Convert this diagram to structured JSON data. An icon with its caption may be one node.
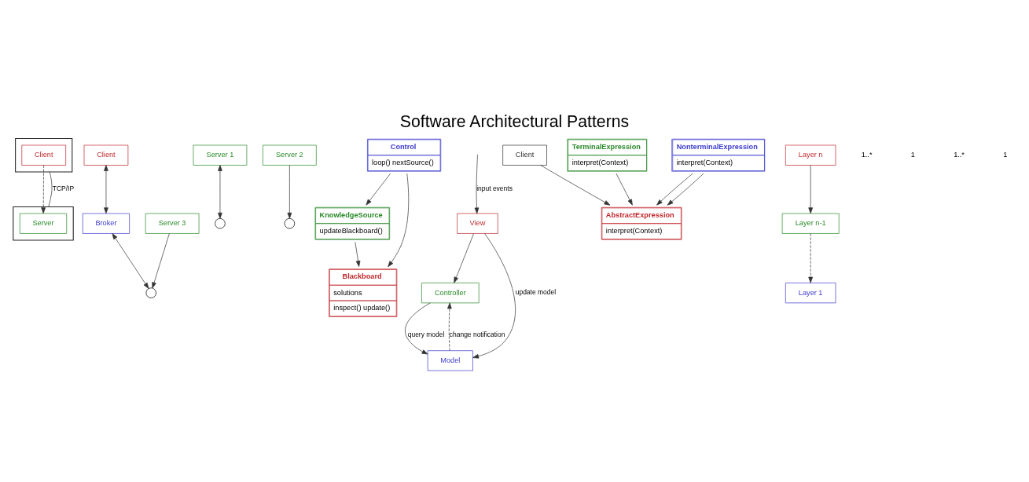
{
  "diagram": {
    "title": "Software Architectural Patterns",
    "nodes": [
      {
        "text": [],
        "shape": "box"
      },
      {
        "text": [
          "Client"
        ],
        "in": 0
      },
      {
        "text": [],
        "shape": "box"
      },
      {
        "text": [
          "Server"
        ],
        "in": 2
      },
      {
        "text": [
          "Client"
        ]
      },
      {
        "text": [
          "Broker"
        ]
      },
      {
        "text": [],
        "shape": "circle"
      },
      {
        "text": [],
        "shape": "circle"
      },
      {
        "text": [],
        "shape": "circle"
      },
      {
        "text": [
          "Server 1"
        ]
      },
      {
        "text": [
          "Server 2"
        ]
      },
      {
        "text": [
          "Server 3"
        ]
      },
      {
        "text": [
          "KnowledgeSource",
          "updateBlackboard()"
        ]
      },
      {
        "text": [
          "Blackboard",
          "solutions",
          "inspect() update()"
        ]
      },
      {
        "text": [
          "Control",
          "loop() nextSource()"
        ]
      },
      {
        "text": [
          "View"
        ]
      },
      {
        "text": [
          "Controller"
        ]
      },
      {
        "text": [
          "Model"
        ]
      },
      {
        "text": [
          "Client"
        ]
      },
      {
        "text": [
          "AbstractExpression",
          "interpret(Context)"
        ]
      },
      {
        "text": [
          "TerminalExpression",
          "interpret(Context)"
        ]
      },
      {
        "text": [
          "NonterminalExpression",
          "interpret(Context)"
        ]
      },
      {
        "text": [
          "Layer n"
        ]
      },
      {
        "text": [
          "Layer n-1"
        ]
      },
      {
        "text": [
          "Layer 1"
        ]
      }
    ],
    "edges": [
      {
        "from": 1,
        "to": 3,
        "arrow": "to",
        "style": "dashed"
      },
      {
        "from": 0,
        "to": 2,
        "arrow": "none",
        "label": "TCP/IP"
      },
      {
        "from": 4,
        "to": 5,
        "arrow": "both"
      },
      {
        "from": 5,
        "to": 8,
        "arrow": "both"
      },
      {
        "from": 9,
        "to": 6,
        "arrow": "both"
      },
      {
        "from": 10,
        "to": 7,
        "arrow": "to"
      },
      {
        "from": 11,
        "to": 8,
        "arrow": "to"
      },
      {
        "from": 12,
        "to": 13,
        "arrow": "to"
      },
      {
        "from": 14,
        "to": 12,
        "arrow": "to"
      },
      {
        "from": 14,
        "to": 13,
        "arrow": "to"
      },
      {
        "from": null,
        "to": 15,
        "arrow": "to",
        "label": "input events"
      },
      {
        "from": 15,
        "to": 16,
        "arrow": "to"
      },
      {
        "from": 15,
        "to": 17,
        "arrow": "to",
        "label": "update model"
      },
      {
        "from": 17,
        "to": 16,
        "arrow": "to",
        "style": "dashed",
        "label": "change notification"
      },
      {
        "from": 16,
        "to": 17,
        "arrow": "to",
        "label": "query model"
      },
      {
        "from": 18,
        "to": 19,
        "arrow": "to"
      },
      {
        "from": 20,
        "to": 19,
        "arrow": "to"
      },
      {
        "from": 21,
        "to": 19,
        "arrow": "to"
      },
      {
        "from": 21,
        "to": 19,
        "arrow": "to"
      },
      {
        "from": 22,
        "to": 23,
        "arrow": "to"
      },
      {
        "from": 23,
        "to": 24,
        "arrow": "to",
        "style": "dashed"
      }
    ],
    "labels": [
      "1..*",
      "1",
      "1..*",
      "1"
    ]
  }
}
